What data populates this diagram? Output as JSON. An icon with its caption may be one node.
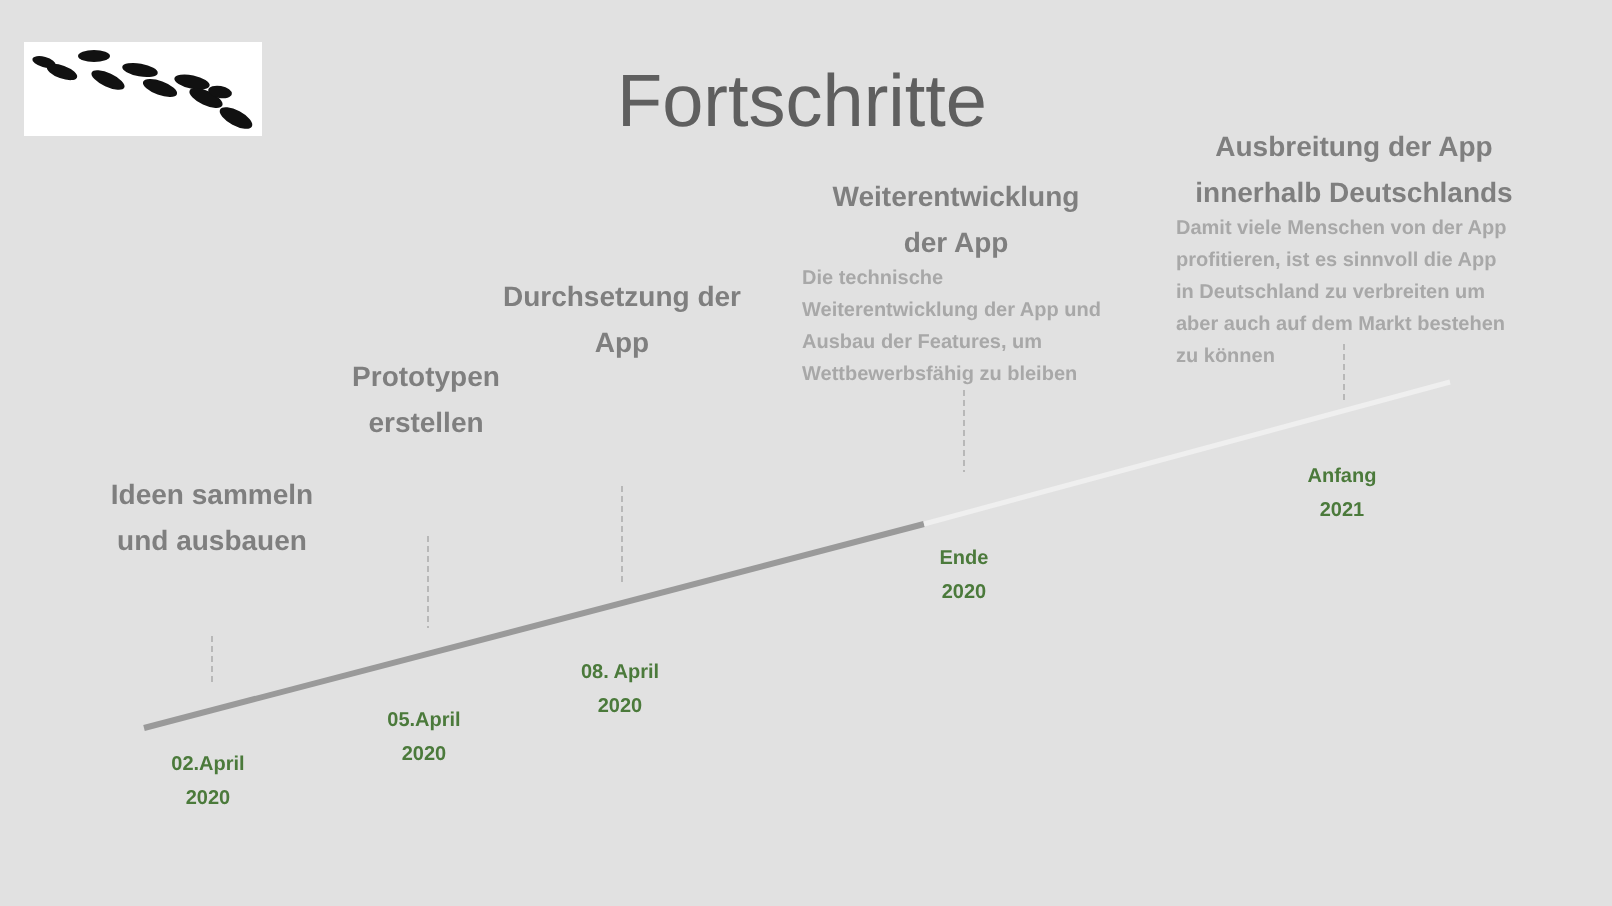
{
  "diagram": {
    "title": "Fortschritte",
    "labels": [
      "Ideen sammeln und ausbauen",
      "02.April 2020",
      "Prototypen erstellen",
      "05.April 2020",
      "Durchsetzung der App",
      "08. April 2020",
      "Weiterentwicklung der App",
      "Die technische Weiterentwicklung der App und Ausbau der Features, um Wettbewerbsfähig zu bleiben",
      "Ende 2020",
      "Ausbreitung der App innerhalb Deutschlands",
      "Damit viele Menschen von der App profitieren, ist es sinnvoll die App in Deutschland zu verbreiten um aber auch auf dem Markt bestehen zu können",
      "Anfang 2021"
    ]
  }
}
